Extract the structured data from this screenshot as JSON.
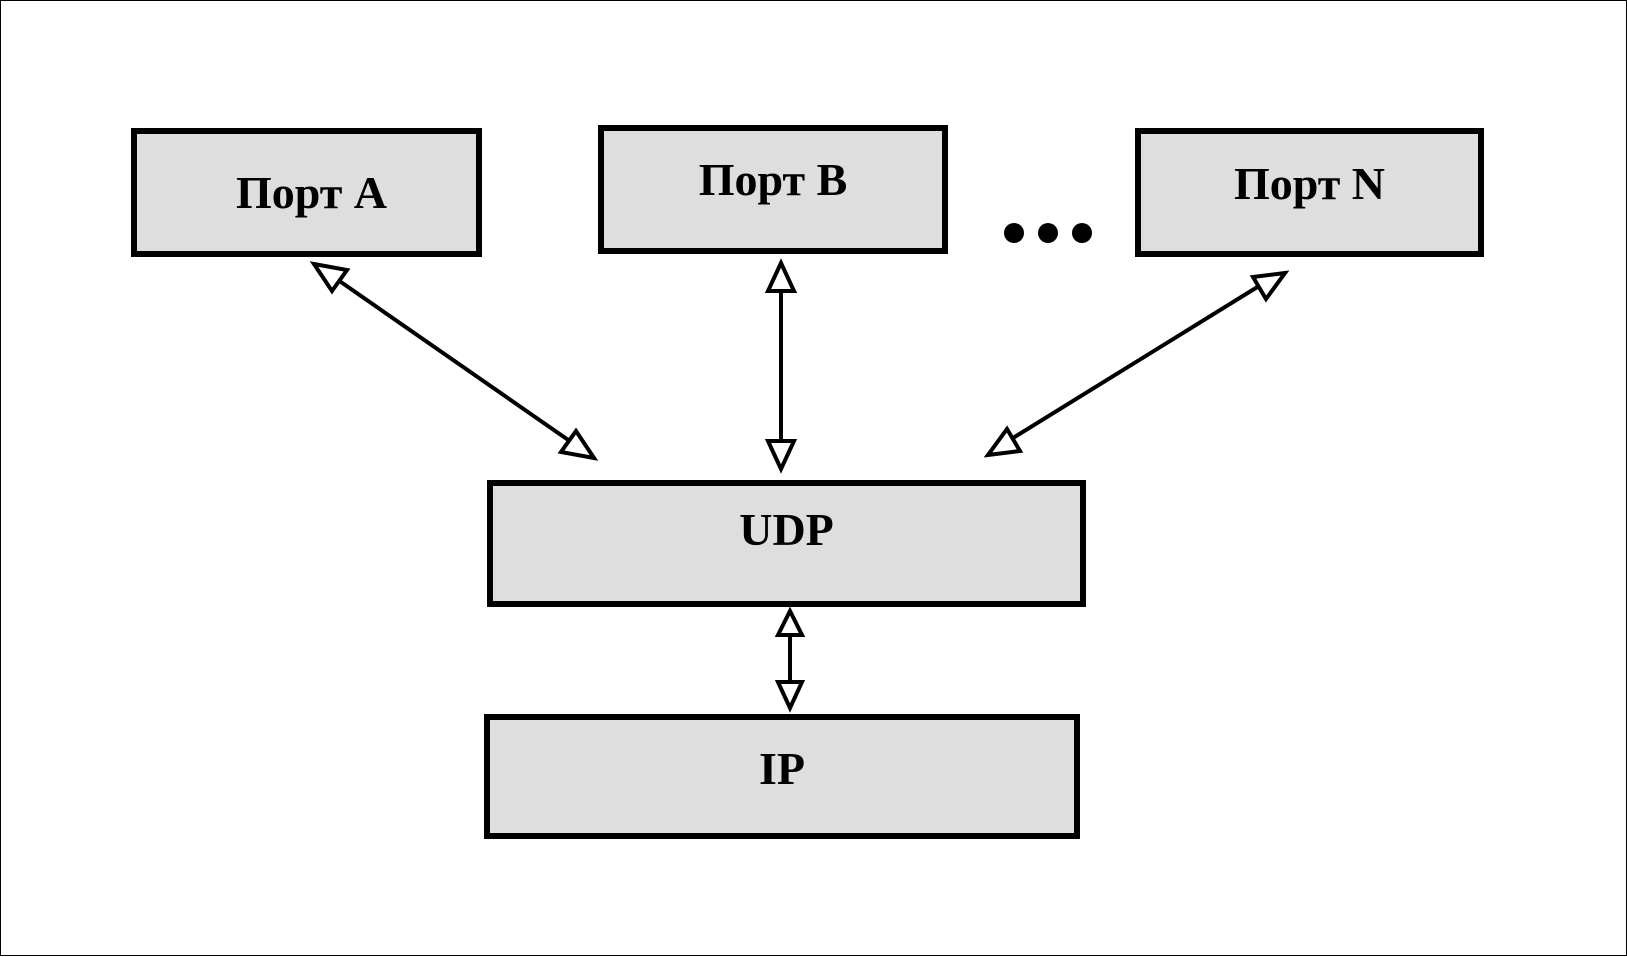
{
  "diagram": {
    "boxes": {
      "port_a": "Порт A",
      "port_b": "Порт B",
      "port_n": "Порт N",
      "udp": "UDP",
      "ip": "IP"
    },
    "ellipsis": "•••",
    "connectors": [
      {
        "from": "port_a",
        "to": "udp",
        "type": "bidirectional-arrow"
      },
      {
        "from": "port_b",
        "to": "udp",
        "type": "bidirectional-arrow"
      },
      {
        "from": "port_n",
        "to": "udp",
        "type": "bidirectional-arrow"
      },
      {
        "from": "udp",
        "to": "ip",
        "type": "bidirectional-arrow"
      }
    ],
    "colors": {
      "box_fill": "#dedede",
      "stroke": "#000000",
      "background": "#ffffff"
    }
  }
}
